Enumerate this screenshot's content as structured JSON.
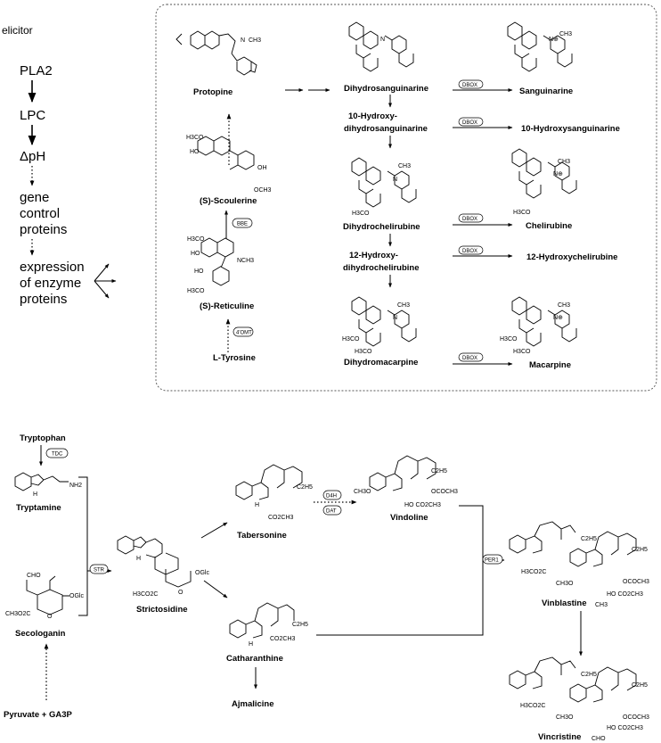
{
  "signaling": {
    "elicitor": "elicitor",
    "steps": [
      "PLA2",
      "LPC",
      "ΔpH"
    ],
    "gene_control": [
      "gene",
      "control",
      "proteins"
    ],
    "expression": [
      "expression",
      "of enzyme",
      "proteins"
    ]
  },
  "alkaloid_panel": {
    "compounds": {
      "protopine": "Protopine",
      "scoulerine": "(S)-Scoulerine",
      "reticuline": "(S)-Reticuline",
      "tyrosine": "L-Tyrosine",
      "dihydrosanguinarine": "Dihydrosanguinarine",
      "hydroxy_dihydrosanguinarine_1": "10-Hydroxy-",
      "hydroxy_dihydrosanguinarine_2": "dihydrosanguinarine",
      "dihydrochelirubine": "Dihydrochelirubine",
      "hydroxy_dihydrochelirubine_1": "12-Hydroxy-",
      "hydroxy_dihydrochelirubine_2": "dihydrochelirubine",
      "dihydromacarpine": "Dihydromacarpine",
      "sanguinarine": "Sanguinarine",
      "hydroxysanguinarine": "10-Hydroxysanguinarine",
      "chelirubine": "Chelirubine",
      "hydroxychelirubine": "12-Hydroxychelirubine",
      "macarpine": "Macarpine"
    },
    "enzymes": {
      "bbe": "BBE",
      "omt": "4'OMT",
      "dbox": "DBOX"
    }
  },
  "vinca_panel": {
    "compounds": {
      "tryptophan": "Tryptophan",
      "tryptamine": "Tryptamine",
      "secologanin": "Secologanin",
      "precursors": "Pyruvate + GA3P",
      "strictosidine": "Strictosidine",
      "tabersonine": "Tabersonine",
      "catharanthine": "Catharanthine",
      "ajmalicine": "Ajmalicine",
      "vindoline": "Vindoline",
      "vinblastine": "Vinblastine",
      "vincristine": "Vincristine"
    },
    "enzymes": {
      "tdc": "TDC",
      "str": "STR",
      "d4h": "D4H",
      "dat": "DAT",
      "per1": "PER1"
    }
  }
}
